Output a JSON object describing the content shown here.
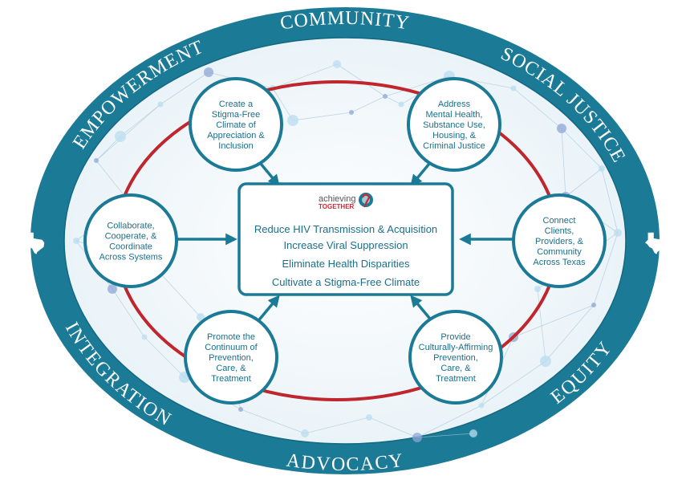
{
  "colors": {
    "teal": "#1b7a96",
    "teal_dark": "#136882",
    "red": "#c0262d",
    "text": "#1a6f8a",
    "white": "#ffffff",
    "network": "#a9c6dc"
  },
  "values": {
    "top": "COMMUNITY",
    "upper_left": "EMPOWERMENT",
    "upper_right": "SOCIAL JUSTICE",
    "lower_left": "INTEGRATION",
    "lower_right": "EQUITY",
    "bottom": "ADVOCACY"
  },
  "logo": {
    "word": "achieving",
    "sub": "TOGETHER"
  },
  "goals": [
    "Reduce HIV Transmission & Acquisition",
    "Increase Viral Suppression",
    "Eliminate Health Disparities",
    "Cultivate a Stigma-Free Climate"
  ],
  "nodes": {
    "top_left": [
      "Create a",
      "Stigma-Free",
      "Climate of",
      "Appreciation &",
      "Inclusion"
    ],
    "top_right": [
      "Address",
      "Mental Health,",
      "Substance Use,",
      "Housing, &",
      "Criminal Justice"
    ],
    "left": [
      "Collaborate,",
      "Cooperate, &",
      "Coordinate",
      "Across Systems"
    ],
    "right": [
      "Connect",
      "Clients,",
      "Providers, &",
      "Community",
      "Across Texas"
    ],
    "bottom_left": [
      "Promote the",
      "Continuum of",
      "Prevention,",
      "Care, &",
      "Treatment"
    ],
    "bottom_right": [
      "Provide",
      "Culturally-Affirming",
      "Prevention,",
      "Care, &",
      "Treatment"
    ]
  },
  "icons": {
    "left_state": "texas-state-icon",
    "right_state": "texas-state-icon",
    "logo_mark": "ribbon-globe-icon"
  }
}
